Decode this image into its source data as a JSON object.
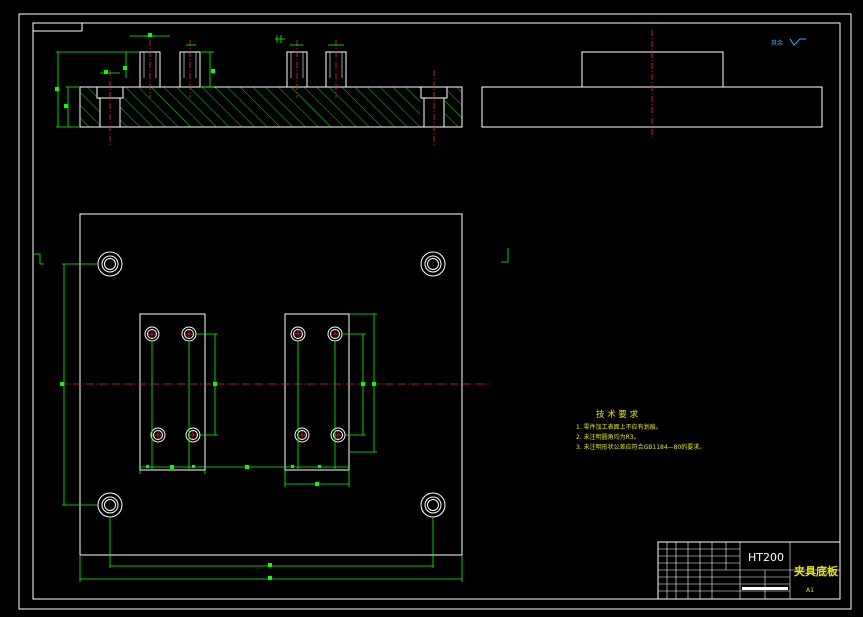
{
  "colors": {
    "outline": "#ffffff",
    "dimension": "#00ff00",
    "centerline": "#ff2020",
    "hatch": "#00ff00",
    "note_text": "#e6e600",
    "roughness": "#4da6ff"
  },
  "roughness_note": "其余",
  "tech_requirements": {
    "title": "技 术 要 求",
    "items": [
      "1. 零件加工表面上不应有划痕。",
      "2. 未注明圆角均为R3。",
      "3. 未注明形状公差应符合GB1184—80的要求。"
    ]
  },
  "title_block": {
    "material": "HT200",
    "part_name": "夹具底板",
    "sheet": "A1"
  }
}
